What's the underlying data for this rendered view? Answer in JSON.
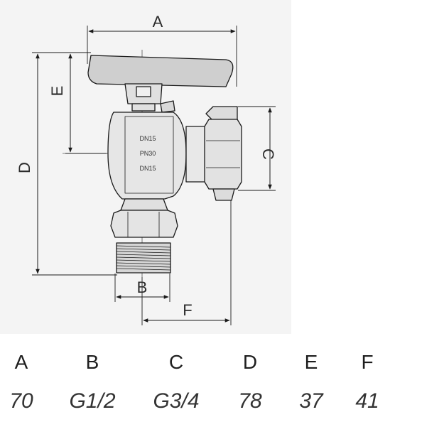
{
  "drawing": {
    "dimension_labels": [
      "A",
      "B",
      "C",
      "D",
      "E",
      "F"
    ],
    "body_markings": [
      "DN15",
      "PN30",
      "DN15"
    ]
  },
  "table": {
    "columns": [
      {
        "header": "A",
        "value": "70"
      },
      {
        "header": "B",
        "value": "G1/2"
      },
      {
        "header": "C",
        "value": "G3/4"
      },
      {
        "header": "D",
        "value": "78"
      },
      {
        "header": "E",
        "value": "37"
      },
      {
        "header": "F",
        "value": "41"
      }
    ]
  },
  "colors": {
    "line": "#1a1a1a",
    "drawing_background": "#f4f4f4",
    "handle_fill": "#cfcfcf",
    "body_fill": "#e6e6e6"
  }
}
